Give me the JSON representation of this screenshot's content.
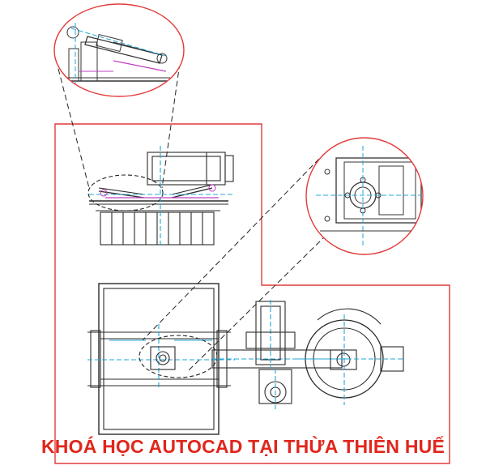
{
  "caption": "KHOÁ HỌC AUTOCAD TẠI THỪA THIÊN HUẾ",
  "colors": {
    "caption": "#e0261c",
    "frame": "#e23a3a",
    "line": "#2b2b2b",
    "center_line": "#21a7d6",
    "accent": "#c040c0"
  },
  "views": [
    "detail-view-top",
    "detail-view-right",
    "side-elevation",
    "plan-view"
  ]
}
